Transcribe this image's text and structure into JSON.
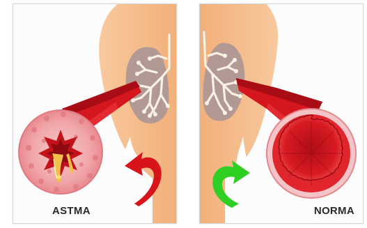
{
  "panels": [
    {
      "id": "asthma",
      "label": "ASTMA",
      "arrow_color": "#d8141b"
    },
    {
      "id": "normal",
      "label": "NORMA",
      "arrow_color": "#2fd023"
    }
  ],
  "colors": {
    "skin": "#f5bd8c",
    "lung": "#b59a96",
    "airway_red": "#c8121c",
    "airway_outer_asthma": "#f2a8ac",
    "airway_outer_normal": "#dc2a30"
  }
}
